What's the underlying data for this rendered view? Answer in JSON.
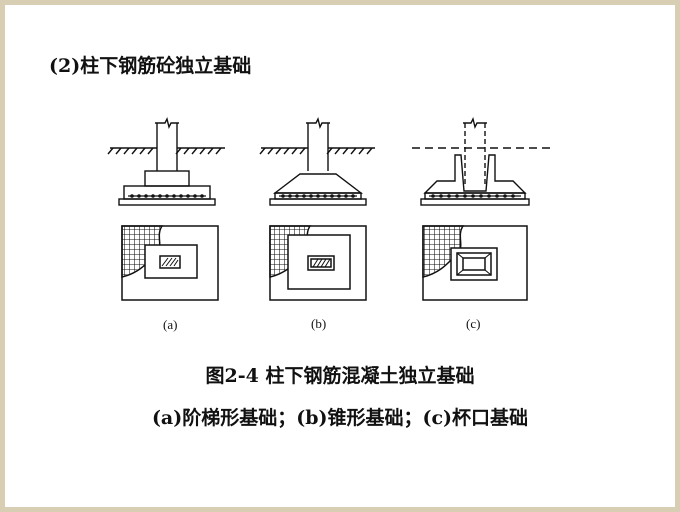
{
  "heading": "(2)柱下钢筋砼独立基础",
  "figure": {
    "labels": [
      "(a)",
      "(b)",
      "(c)"
    ]
  },
  "caption": {
    "title": "图2-4 柱下钢筋混凝土独立基础",
    "subtitle": "(a)阶梯形基础；(b)锥形基础；(c)杯口基础"
  },
  "colors": {
    "frame": "#d8ceb4",
    "ink": "#111111"
  }
}
